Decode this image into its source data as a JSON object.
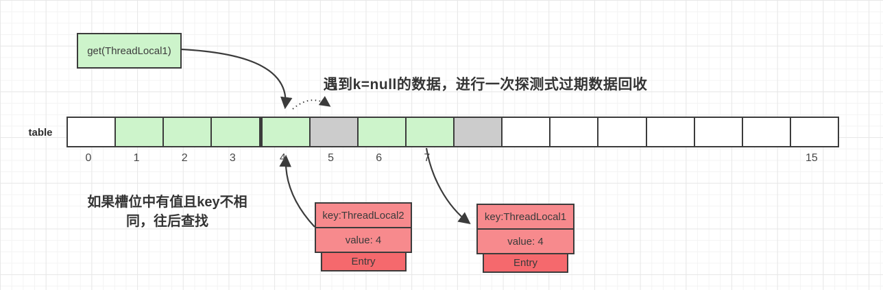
{
  "diagram": {
    "get_box_label": "get(ThreadLocal1)",
    "top_note": "遇到k=null的数据，进行一次探测式过期数据回收",
    "left_note_lines": [
      "如果槽位中有值且key不相",
      "同，往后查找"
    ],
    "table_label": "table"
  },
  "hash_table": {
    "cells": [
      {
        "index": "0",
        "fill": "white"
      },
      {
        "index": "1",
        "fill": "green"
      },
      {
        "index": "2",
        "fill": "green"
      },
      {
        "index": "3",
        "fill": "green"
      },
      {
        "index": "4",
        "fill": "green",
        "divider_before": true
      },
      {
        "index": "5",
        "fill": "gray"
      },
      {
        "index": "6",
        "fill": "green"
      },
      {
        "index": "7",
        "fill": "green"
      },
      {
        "index": "",
        "fill": "gray"
      },
      {
        "index": "",
        "fill": "white"
      },
      {
        "index": "",
        "fill": "white"
      },
      {
        "index": "",
        "fill": "white"
      },
      {
        "index": "",
        "fill": "white"
      },
      {
        "index": "",
        "fill": "white"
      },
      {
        "index": "",
        "fill": "white"
      },
      {
        "index": "15",
        "fill": "white"
      }
    ]
  },
  "entries": [
    {
      "key": "key:ThreadLocal2",
      "value": "value: 4",
      "label": "Entry"
    },
    {
      "key": "key:ThreadLocal1",
      "value": "value: 4",
      "label": "Entry"
    }
  ],
  "colors": {
    "green": "#cdf4cb",
    "gray": "#cccccc",
    "salmon": "#f78a8d",
    "red": "#f5696d",
    "line": "#3b3b3b",
    "grid_minor": "#f3f3f3",
    "grid_major": "#e7e7e7"
  }
}
